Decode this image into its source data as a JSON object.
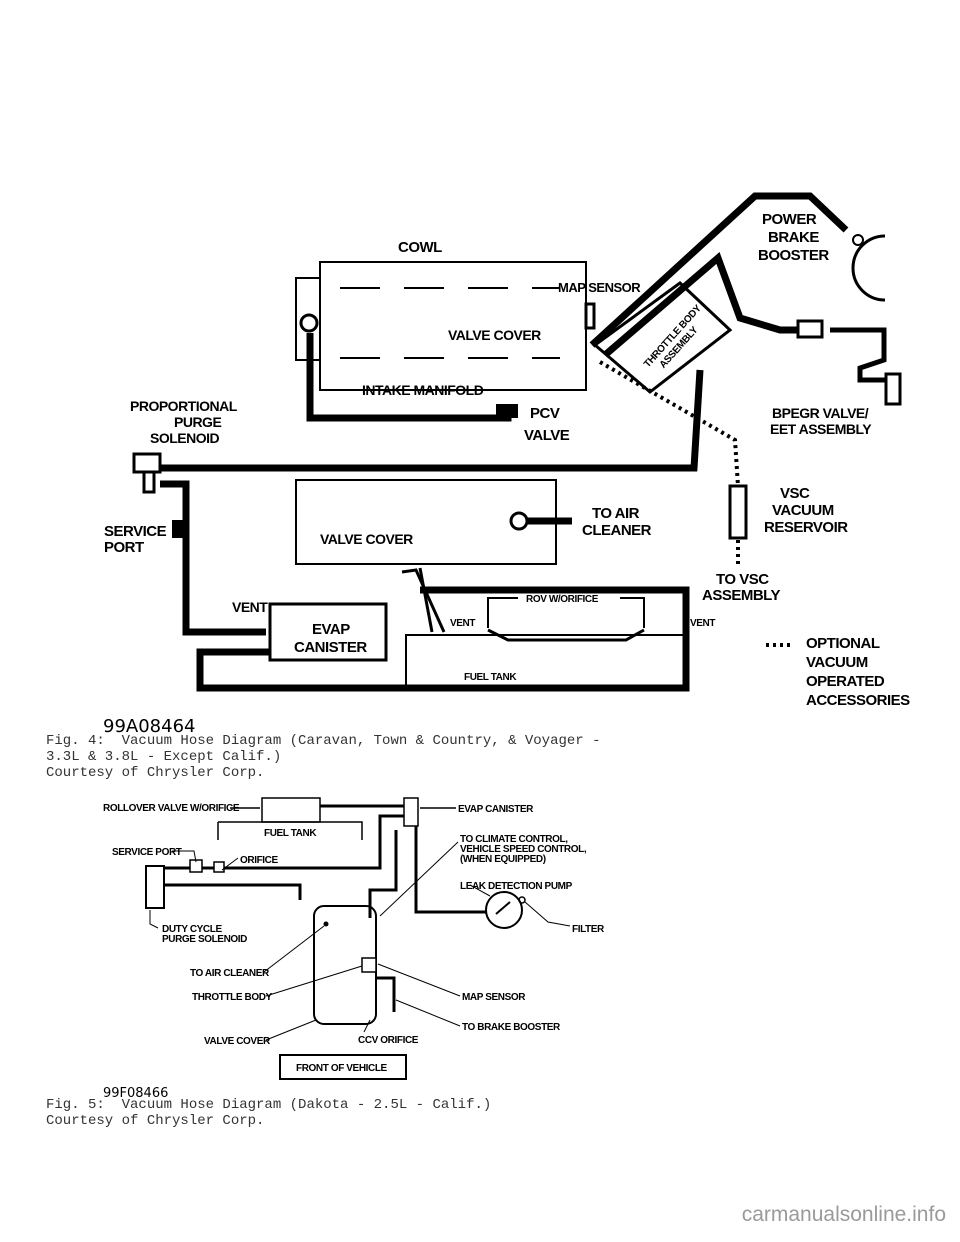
{
  "figure4": {
    "labels": {
      "cowl": "COWL",
      "map_sensor": "MAP SENSOR",
      "valve_cover_top": "VALVE COVER",
      "intake_manifold": "INTAKE MANIFOLD",
      "pcv_line1": "PCV",
      "pcv_line2": "VALVE",
      "throttle_line1": "THROTTLE BODY",
      "throttle_line2": "ASSEMBLY",
      "power_line1": "POWER",
      "power_line2": "BRAKE",
      "power_line3": "BOOSTER",
      "bpegr_line1": "BPEGR VALVE/",
      "bpegr_line2": "EET ASSEMBLY",
      "ppurge_line1": "PROPORTIONAL",
      "ppurge_line2": "PURGE",
      "ppurge_line3": "SOLENOID",
      "service_line1": "SERVICE",
      "service_line2": "PORT",
      "valve_cover_bottom": "VALVE COVER",
      "air_line1": "TO AIR",
      "air_line2": "CLEANER",
      "vsc_line1": "VSC",
      "vsc_line2": "VACUUM",
      "vsc_line3": "RESERVOIR",
      "tovsc_line1": "TO VSC",
      "tovsc_line2": "ASSEMBLY",
      "vent_left": "VENT",
      "evap_line1": "EVAP",
      "evap_line2": "CANISTER",
      "vent_mid": "VENT",
      "rov": "ROV W/ORIFICE",
      "vent_right": "VENT",
      "fuel_tank": "FUEL TANK",
      "legend_line1": "OPTIONAL",
      "legend_line2": "VACUUM",
      "legend_line3": "OPERATED",
      "legend_line4": "ACCESSORIES"
    },
    "code": "99A08464",
    "caption": "Fig. 4:  Vacuum Hose Diagram (Caravan, Town & Country, & Voyager -\n3.3L & 3.8L - Except Calif.)\nCourtesy of Chrysler Corp."
  },
  "figure5": {
    "labels": {
      "rollover": "ROLLOVER VALVE W/ORIFICE",
      "fuel_tank": "FUEL TANK",
      "evap": "EVAP CANISTER",
      "service_port": "SERVICE PORT",
      "orifice": "ORIFICE",
      "climate_line1": "TO CLIMATE CONTROL,",
      "climate_line2": "VEHICLE SPEED CONTROL,",
      "climate_line3": "(WHEN EQUIPPED)",
      "leak": "LEAK DETECTION PUMP",
      "duty_line1": "DUTY CYCLE",
      "duty_line2": "PURGE SOLENOID",
      "filter": "FILTER",
      "air_cleaner": "TO AIR CLEANER",
      "throttle": "THROTTLE BODY",
      "map_sensor": "MAP SENSOR",
      "brake": "TO BRAKE BOOSTER",
      "valve_cover": "VALVE COVER",
      "ccv": "CCV ORIFICE",
      "front": "FRONT OF VEHICLE"
    },
    "code": "99F08466",
    "caption": "Fig. 5:  Vacuum Hose Diagram (Dakota - 2.5L - Calif.)\nCourtesy of Chrysler Corp."
  },
  "watermark": "carmanualsonline.info"
}
